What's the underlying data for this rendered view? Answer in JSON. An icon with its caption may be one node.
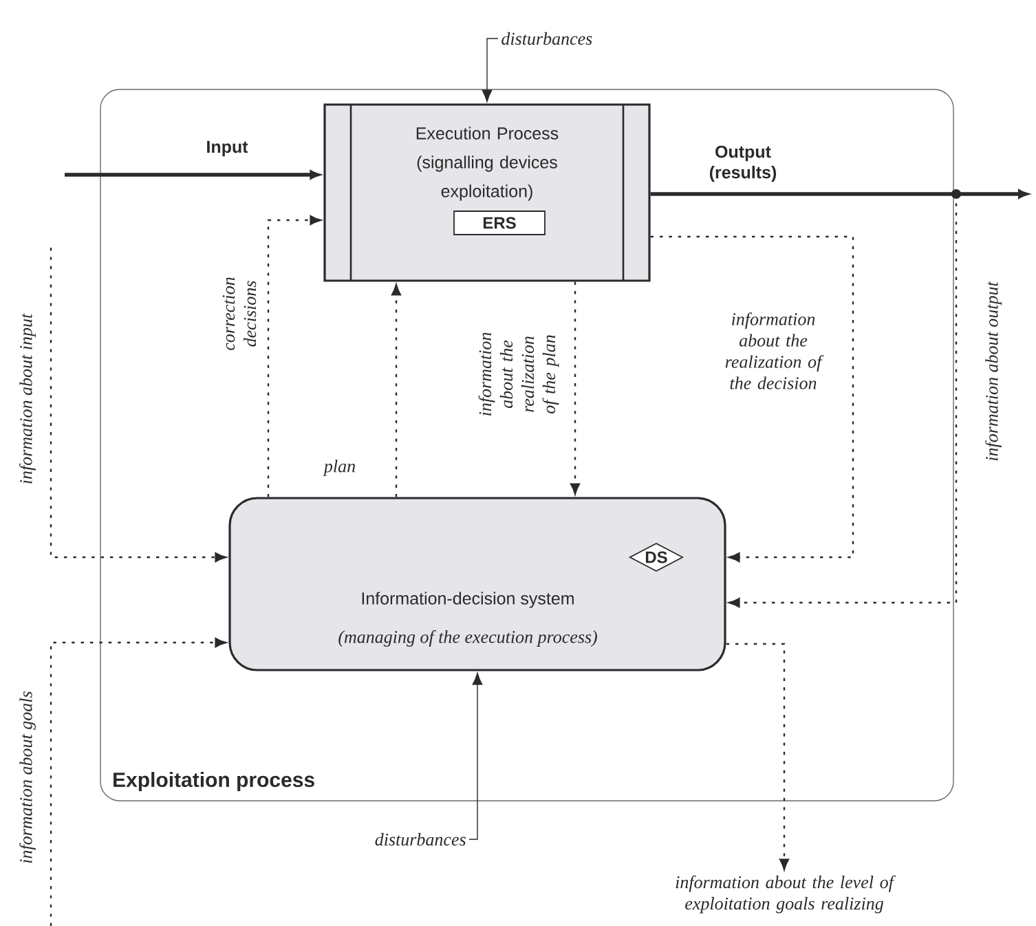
{
  "diagram": {
    "nodes": [
      {
        "text": [
          "Exploitation process"
        ]
      },
      {
        "text": [
          "Execution Process (signalling devices exploitation)"
        ],
        "in": 0
      },
      {
        "text": [
          "ERS"
        ],
        "in": 1
      },
      {
        "text": [
          "Information-decision system",
          "(managing of the execution process)"
        ],
        "in": 0
      },
      {
        "text": [
          "DS"
        ],
        "in": 3
      },
      {
        "text": [
          "disturbances"
        ]
      },
      {
        "text": [
          "disturbances"
        ]
      },
      {
        "text": [
          "information about the level of exploitation goals realizing"
        ]
      }
    ],
    "edges": [
      {
        "from": null,
        "to": 1,
        "arrow": "to",
        "label": "Input",
        "style": "thick"
      },
      {
        "from": 1,
        "to": null,
        "arrow": "to",
        "label": "Output (results)",
        "style": "thick"
      },
      {
        "from": 5,
        "to": 1,
        "arrow": "to"
      },
      {
        "from": 6,
        "to": 3,
        "arrow": "to"
      },
      {
        "from": 3,
        "to": 1,
        "arrow": "to",
        "label": "correction decisions",
        "style": "dashed"
      },
      {
        "from": 3,
        "to": 1,
        "arrow": "to",
        "label": "plan",
        "style": "dashed"
      },
      {
        "from": 1,
        "to": 3,
        "arrow": "to",
        "label": "information about the realization of the plan",
        "style": "dashed"
      },
      {
        "from": 1,
        "to": 3,
        "arrow": "to",
        "label": "information about the realization of the decision",
        "style": "dashed"
      },
      {
        "from": null,
        "to": 3,
        "arrow": "to",
        "label": "information about output",
        "style": "dashed"
      },
      {
        "from": null,
        "to": 3,
        "arrow": "to",
        "label": "information about input",
        "style": "dashed"
      },
      {
        "from": null,
        "to": 3,
        "arrow": "to",
        "label": "information about goals",
        "style": "dashed"
      },
      {
        "from": 3,
        "to": 7,
        "arrow": "to",
        "style": "dashed"
      }
    ]
  }
}
